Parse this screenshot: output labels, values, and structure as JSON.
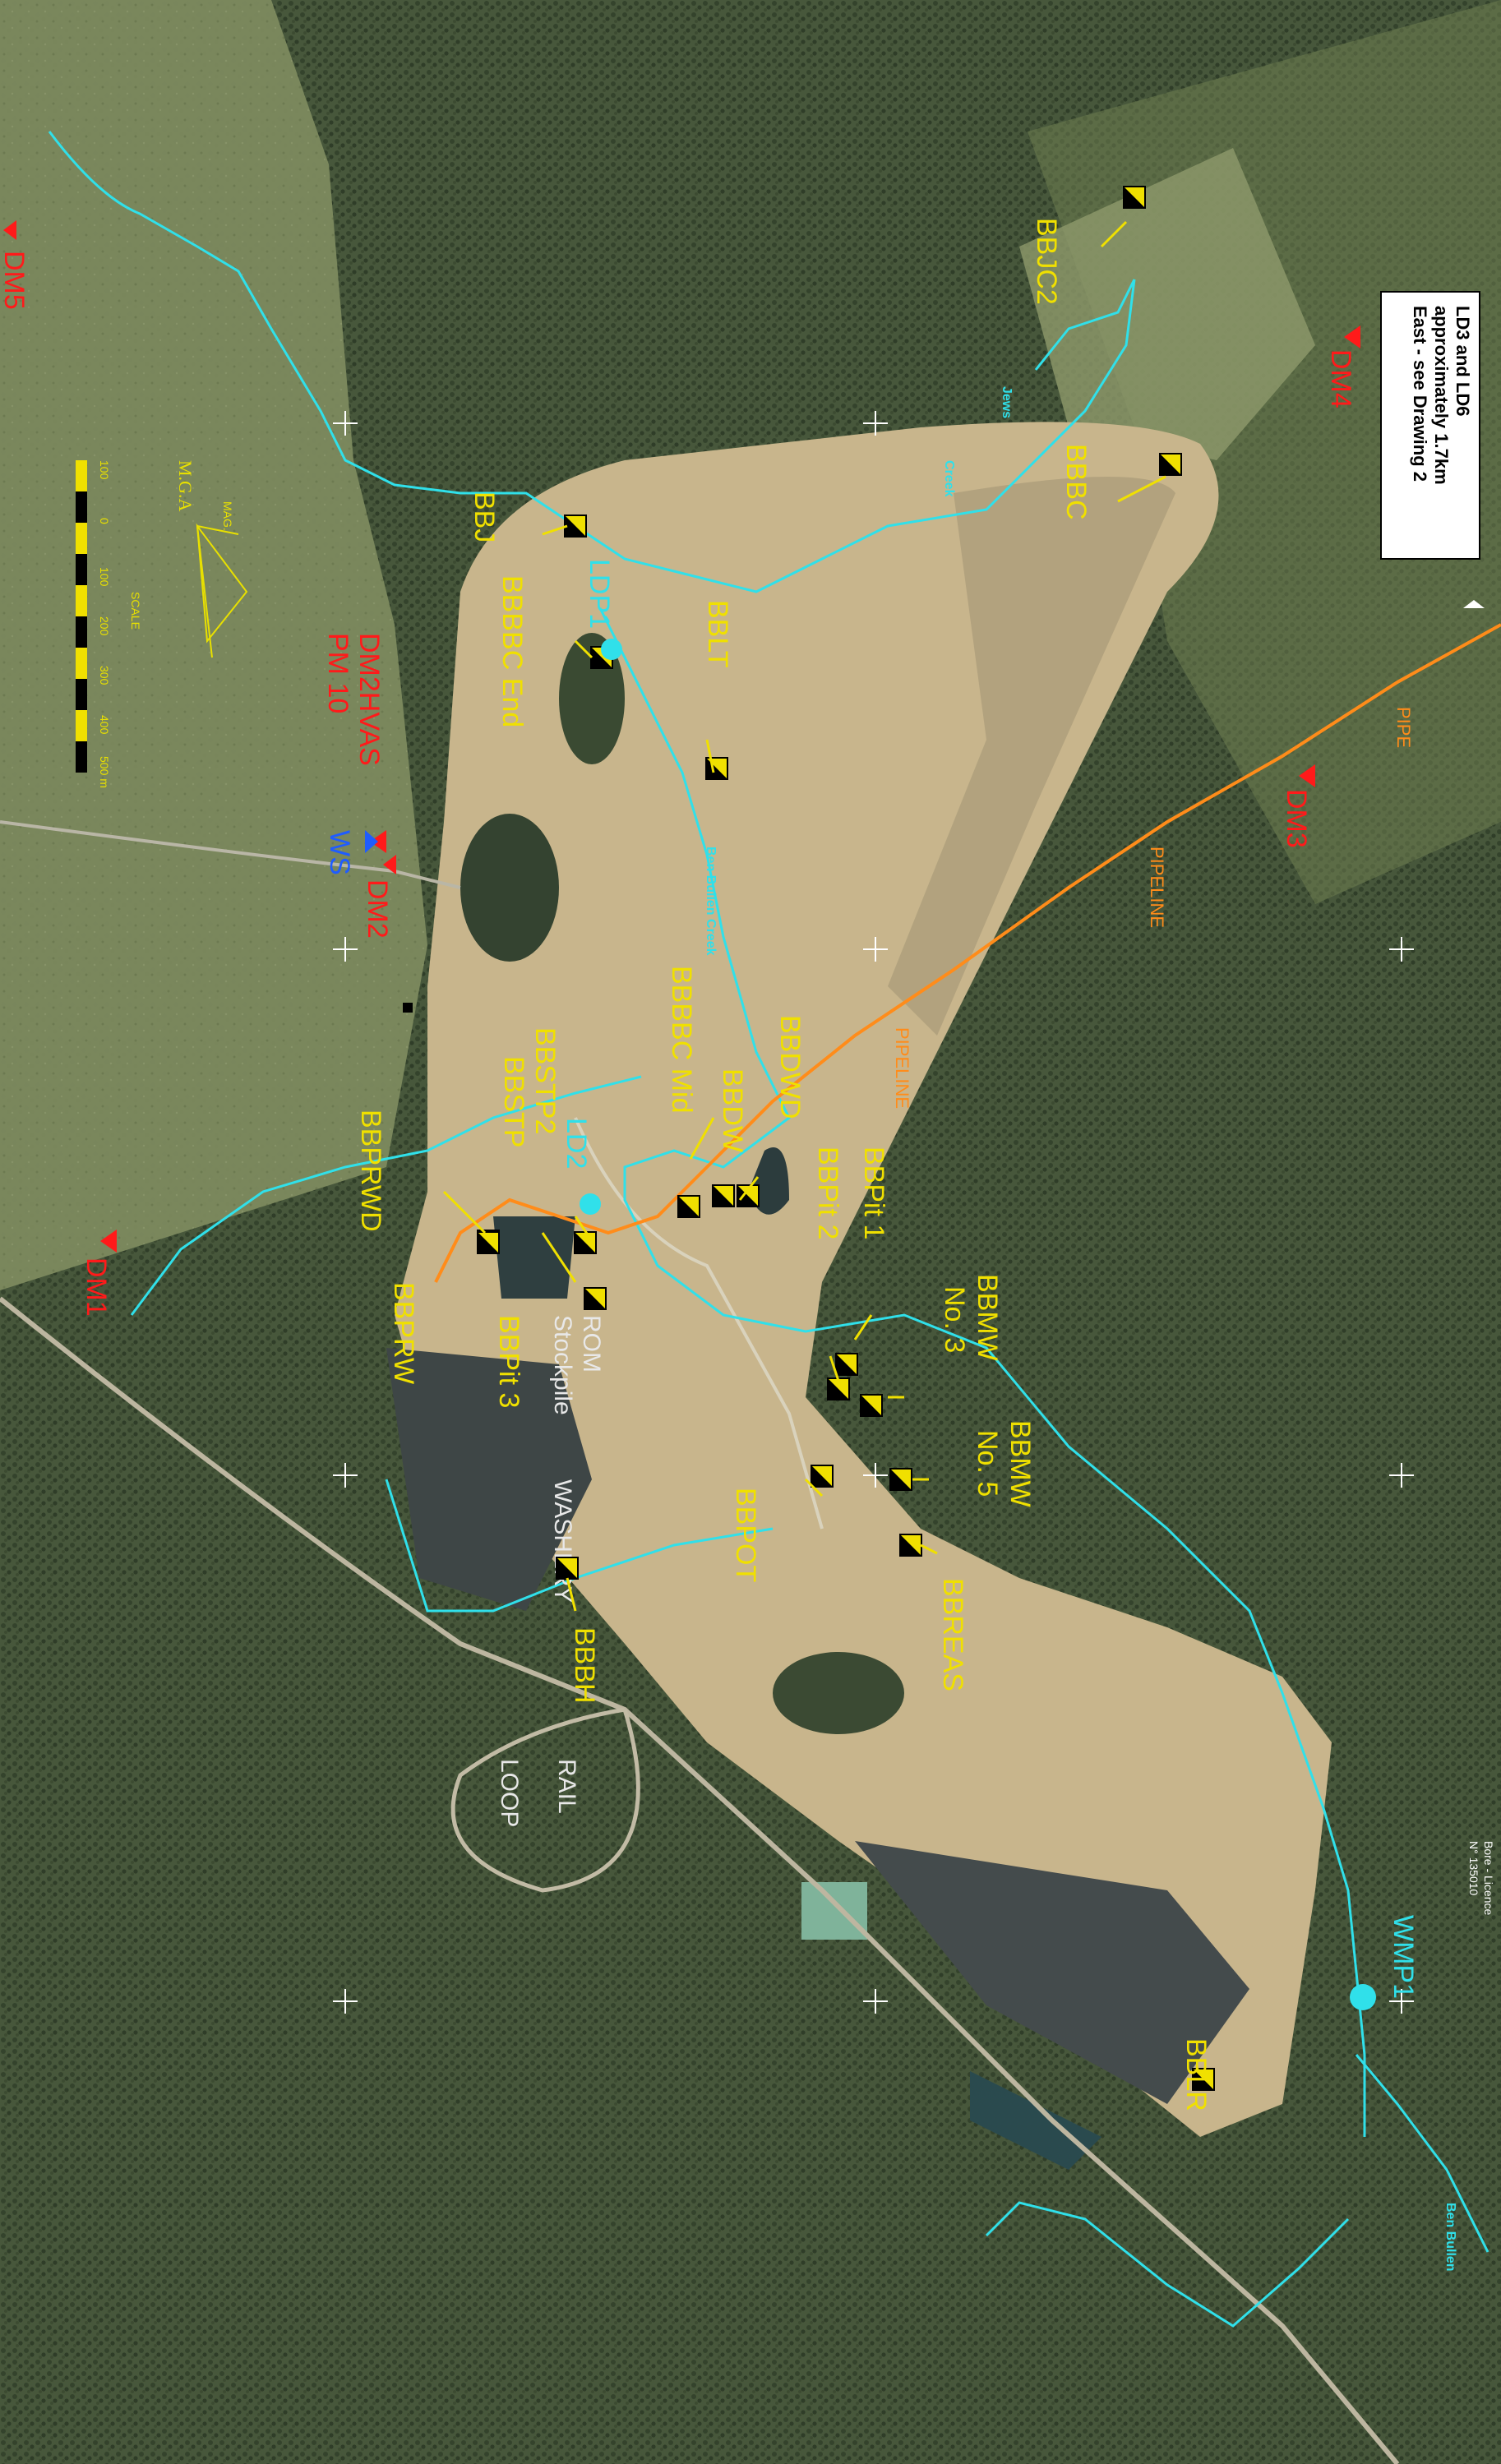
{
  "map": {
    "note": {
      "lines": [
        "LD3 and LD6",
        "approximately 1.7km",
        "East - see Drawing 2"
      ]
    },
    "licence": {
      "lines": [
        "Bore - Licence",
        "N° 135010"
      ]
    },
    "scale": {
      "label": "SCALE",
      "ticks": [
        "100",
        "0",
        "100",
        "200",
        "300",
        "400",
        "500 m"
      ]
    },
    "north": {
      "mga": "M.G.A",
      "mag": "MAG."
    },
    "creek_labels": {
      "jews_creek_1": "Jews",
      "jews_creek_2": "Creek",
      "ben_bullen_creek": "Ben Bullen Creek",
      "ben_bullen": "Ben Bullen"
    },
    "pipeline_labels": {
      "p1": "PIPELINE",
      "p2": "PIPELINE",
      "p3": "PIPE"
    },
    "features": {
      "rom": "ROM",
      "stockpile": "Stockpile",
      "washery": "WASHERY",
      "rail": "RAIL",
      "loop": "LOOP"
    },
    "sample_points": [
      {
        "id": "BBJC2"
      },
      {
        "id": "BBBC"
      },
      {
        "id": "BBJ"
      },
      {
        "id": "BBBBC End"
      },
      {
        "id": "BBLT"
      },
      {
        "id": "BBBBC Mid"
      },
      {
        "id": "BBDWD"
      },
      {
        "id": "BBDW"
      },
      {
        "id": "BBPit 1"
      },
      {
        "id": "BBPit 2"
      },
      {
        "id": "BBMW No.3"
      },
      {
        "id": "BBMW No.5"
      },
      {
        "id": "BBSTP2"
      },
      {
        "id": "BBSTP"
      },
      {
        "id": "BBPRWD"
      },
      {
        "id": "BBPRW"
      },
      {
        "id": "BBPit 3"
      },
      {
        "id": "BBPOT"
      },
      {
        "id": "BBREAS"
      },
      {
        "id": "BBBH"
      },
      {
        "id": "BBLR"
      }
    ],
    "sample_text": {
      "BBJC2": "BBJC2",
      "BBBC": "BBBC",
      "BBJ": "BBJ",
      "BBBBC_End": "BBBBC End",
      "BBLT": "BBLT",
      "BBBBC_Mid": "BBBBC Mid",
      "BBDWD": "BBDWD",
      "BBDW": "BBDW",
      "BBPit1": "BBPit 1",
      "BBPit2": "BBPit 2",
      "BBMW": "BBMW",
      "No3": "No. 3",
      "BBMW5": "BBMW",
      "No5": "No. 5",
      "BBSTP2": "BBSTP2",
      "BBSTP": "BBSTP",
      "BBPRWD": "BBPRWD",
      "BBPRW": "BBPRW",
      "BBPit3": "BBPit 3",
      "BBPOT": "BBPOT",
      "BBREAS": "BBREAS",
      "BBBH": "BBBH",
      "BBLR": "BBLR"
    },
    "dust_monitors": {
      "DM1": "DM1",
      "DM2": "DM2",
      "DM3": "DM3",
      "DM4": "DM4",
      "DM5": "DM5",
      "DM2HVAS": "DM2HVAS"
    },
    "pm10": "PM 10",
    "ws": "WS",
    "discharge_points": {
      "LDP1": "LDP1",
      "LD2": "LD2",
      "WMP1": "WMP1"
    },
    "colors": {
      "creek": "#30e0ea",
      "pipeline": "#ff8c1a",
      "sample": "#f0e000",
      "monitor": "#ff1a1a",
      "ws": "#1f5cff"
    }
  }
}
